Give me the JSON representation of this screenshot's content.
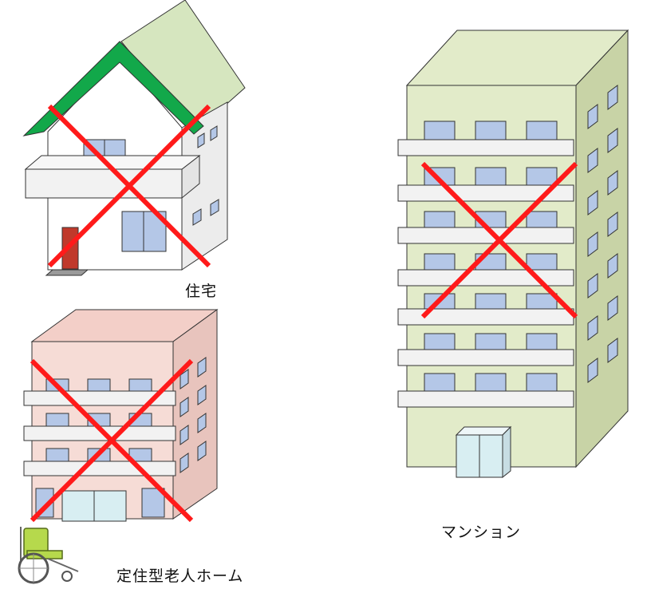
{
  "labels": {
    "house": "住宅",
    "nursing_home": "定住型老人ホーム",
    "apartment": "マンション"
  },
  "colors": {
    "cross": "#ff1a1a",
    "house_roof_green": "#12a84a",
    "house_roof_back": "#d6e6bf",
    "house_door": "#c0392b",
    "window_blue": "#b4c7e7",
    "apartment_body": "#e2ebc9",
    "apartment_side": "#c8d3a6",
    "nursing_body": "#f6dcd6",
    "nursing_side": "#e8c4bd",
    "nursing_roof": "#f3cfc8"
  },
  "icons": {
    "cross": "cross-mark-icon",
    "wheelchair": "wheelchair-icon"
  }
}
